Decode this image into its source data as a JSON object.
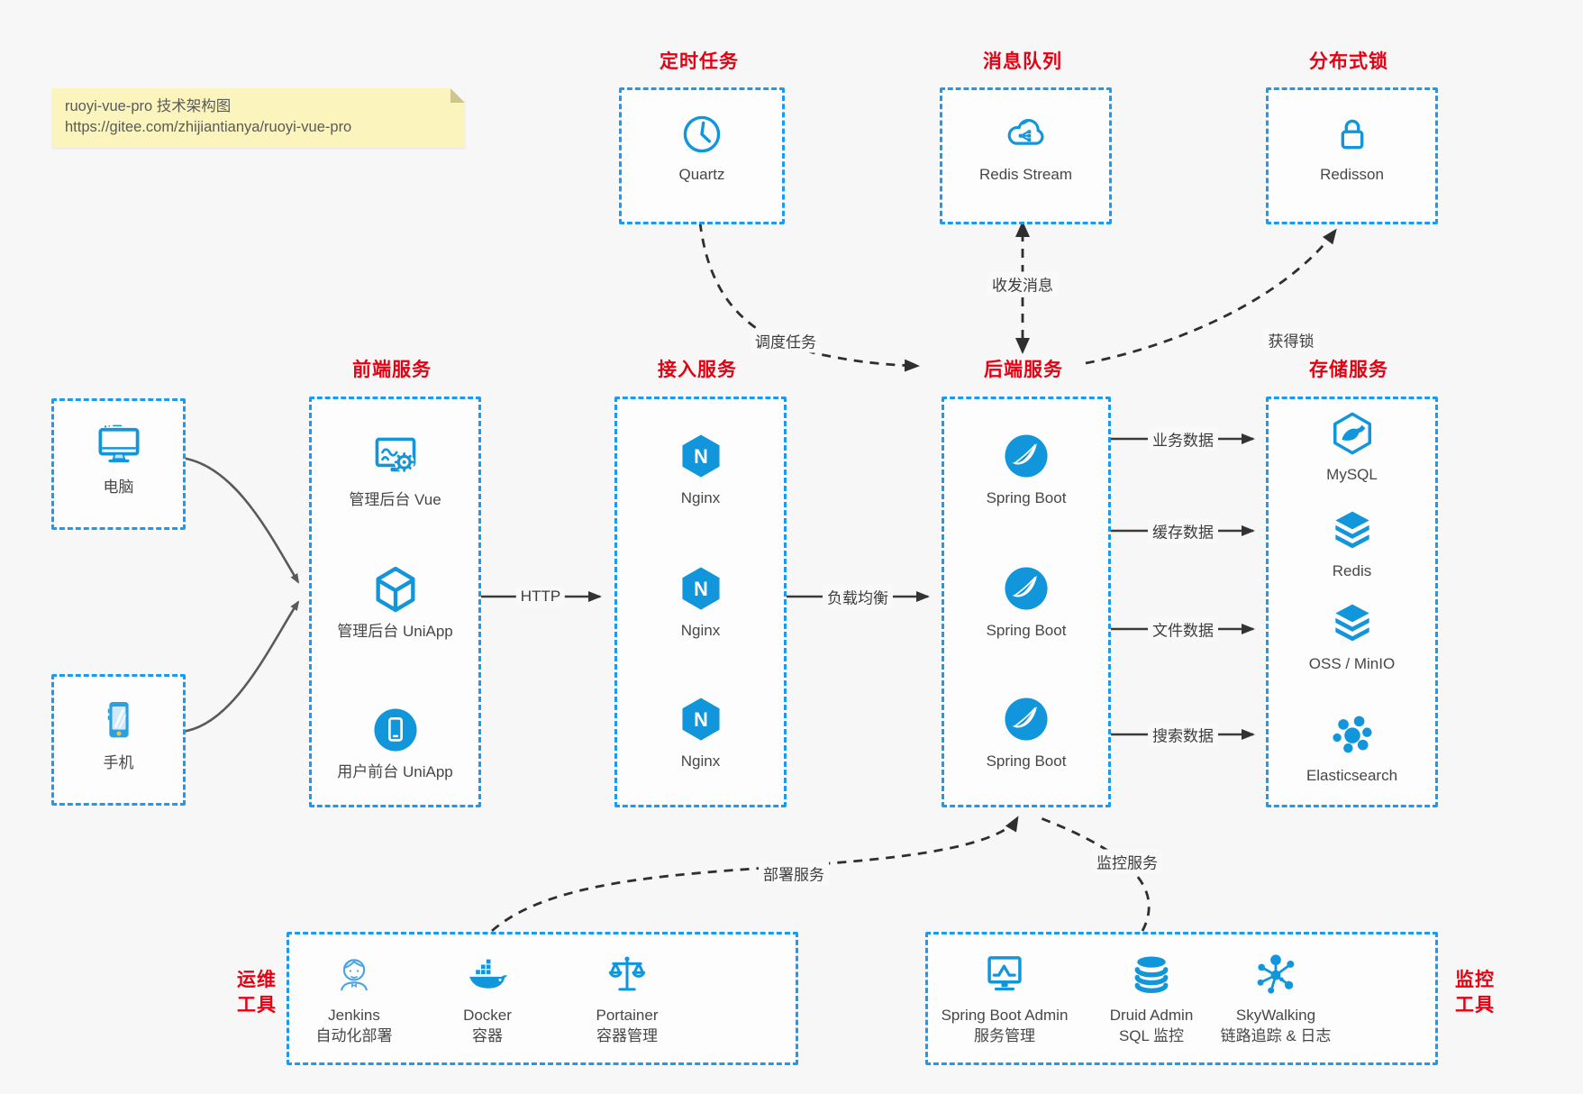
{
  "colors": {
    "icon_blue": "#1296db",
    "border_blue": "#1a9af0",
    "title_red": "#e60012"
  },
  "note": {
    "line1": "ruoyi-vue-pro 技术架构图",
    "line2": "https://gitee.com/zhijiantianya/ruoyi-vue-pro"
  },
  "top_services": [
    {
      "title": "定时任务",
      "label": "Quartz",
      "icon": "clock-icon"
    },
    {
      "title": "消息队列",
      "label": "Redis Stream",
      "icon": "cloud-mq-icon"
    },
    {
      "title": "分布式锁",
      "label": "Redisson",
      "icon": "lock-icon"
    }
  ],
  "clients": [
    {
      "label": "电脑",
      "icon": "desktop-icon"
    },
    {
      "label": "手机",
      "icon": "phone-icon"
    }
  ],
  "columns": [
    {
      "title": "前端服务",
      "items": [
        {
          "label": "管理后台 Vue"
        },
        {
          "label": "管理后台 UniApp"
        },
        {
          "label": "用户前台 UniApp"
        }
      ]
    },
    {
      "title": "接入服务",
      "items": [
        {
          "label": "Nginx"
        },
        {
          "label": "Nginx"
        },
        {
          "label": "Nginx"
        }
      ]
    },
    {
      "title": "后端服务",
      "items": [
        {
          "label": "Spring Boot"
        },
        {
          "label": "Spring Boot"
        },
        {
          "label": "Spring Boot"
        }
      ]
    },
    {
      "title": "存储服务",
      "items": [
        {
          "label": "MySQL"
        },
        {
          "label": "Redis"
        },
        {
          "label": "OSS / MinIO"
        },
        {
          "label": "Elasticsearch"
        }
      ]
    }
  ],
  "edges": {
    "http": "HTTP",
    "load_balance": "负载均衡",
    "schedule": "调度任务",
    "message": "收发消息",
    "acquire_lock": "获得锁",
    "business_data": "业务数据",
    "cache_data": "缓存数据",
    "file_data": "文件数据",
    "search_data": "搜索数据",
    "deploy": "部署服务",
    "monitor": "监控服务"
  },
  "bottom_groups": [
    {
      "title_line1": "运维",
      "title_line2": "工具",
      "items": [
        {
          "label1": "Jenkins",
          "label2": "自动化部署"
        },
        {
          "label1": "Docker",
          "label2": "容器"
        },
        {
          "label1": "Portainer",
          "label2": "容器管理"
        }
      ]
    },
    {
      "title_line1": "监控",
      "title_line2": "工具",
      "items": [
        {
          "label1": "Spring Boot Admin",
          "label2": "服务管理"
        },
        {
          "label1": "Druid Admin",
          "label2": "SQL 监控"
        },
        {
          "label1": "SkyWalking",
          "label2": "链路追踪 & 日志"
        }
      ]
    }
  ],
  "icons": {
    "nginx_letter": "N"
  }
}
